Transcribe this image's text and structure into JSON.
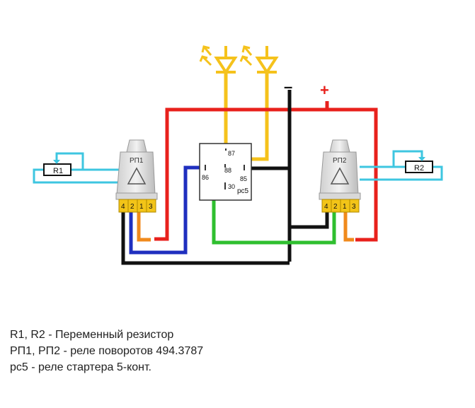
{
  "labels": {
    "r1": "R1",
    "r2": "R2",
    "rp1": "РП1",
    "rp2": "РП2",
    "pins_left": [
      "4",
      "2",
      "1",
      "3"
    ],
    "pins_right": [
      "4",
      "2",
      "1",
      "3"
    ],
    "relay_87": "87",
    "relay_88": "88",
    "relay_86": "86",
    "relay_85": "85",
    "relay_30": "30",
    "relay_name": "рс5",
    "minus": "–",
    "plus": "+"
  },
  "legend": {
    "line1": "R1, R2 - Переменный резистор",
    "line2": "РП1, РП2 - реле поворотов 494.3787",
    "line3": "рс5 - реле стартера 5-конт."
  },
  "colors": {
    "red": "#e8211c",
    "yellow": "#f5c21c",
    "black": "#111111",
    "blue": "#1f2fbf",
    "green": "#2fbf2f",
    "orange": "#f08a1c",
    "cyan": "#3ec6e0",
    "pin_yellow": "#f2c418"
  }
}
